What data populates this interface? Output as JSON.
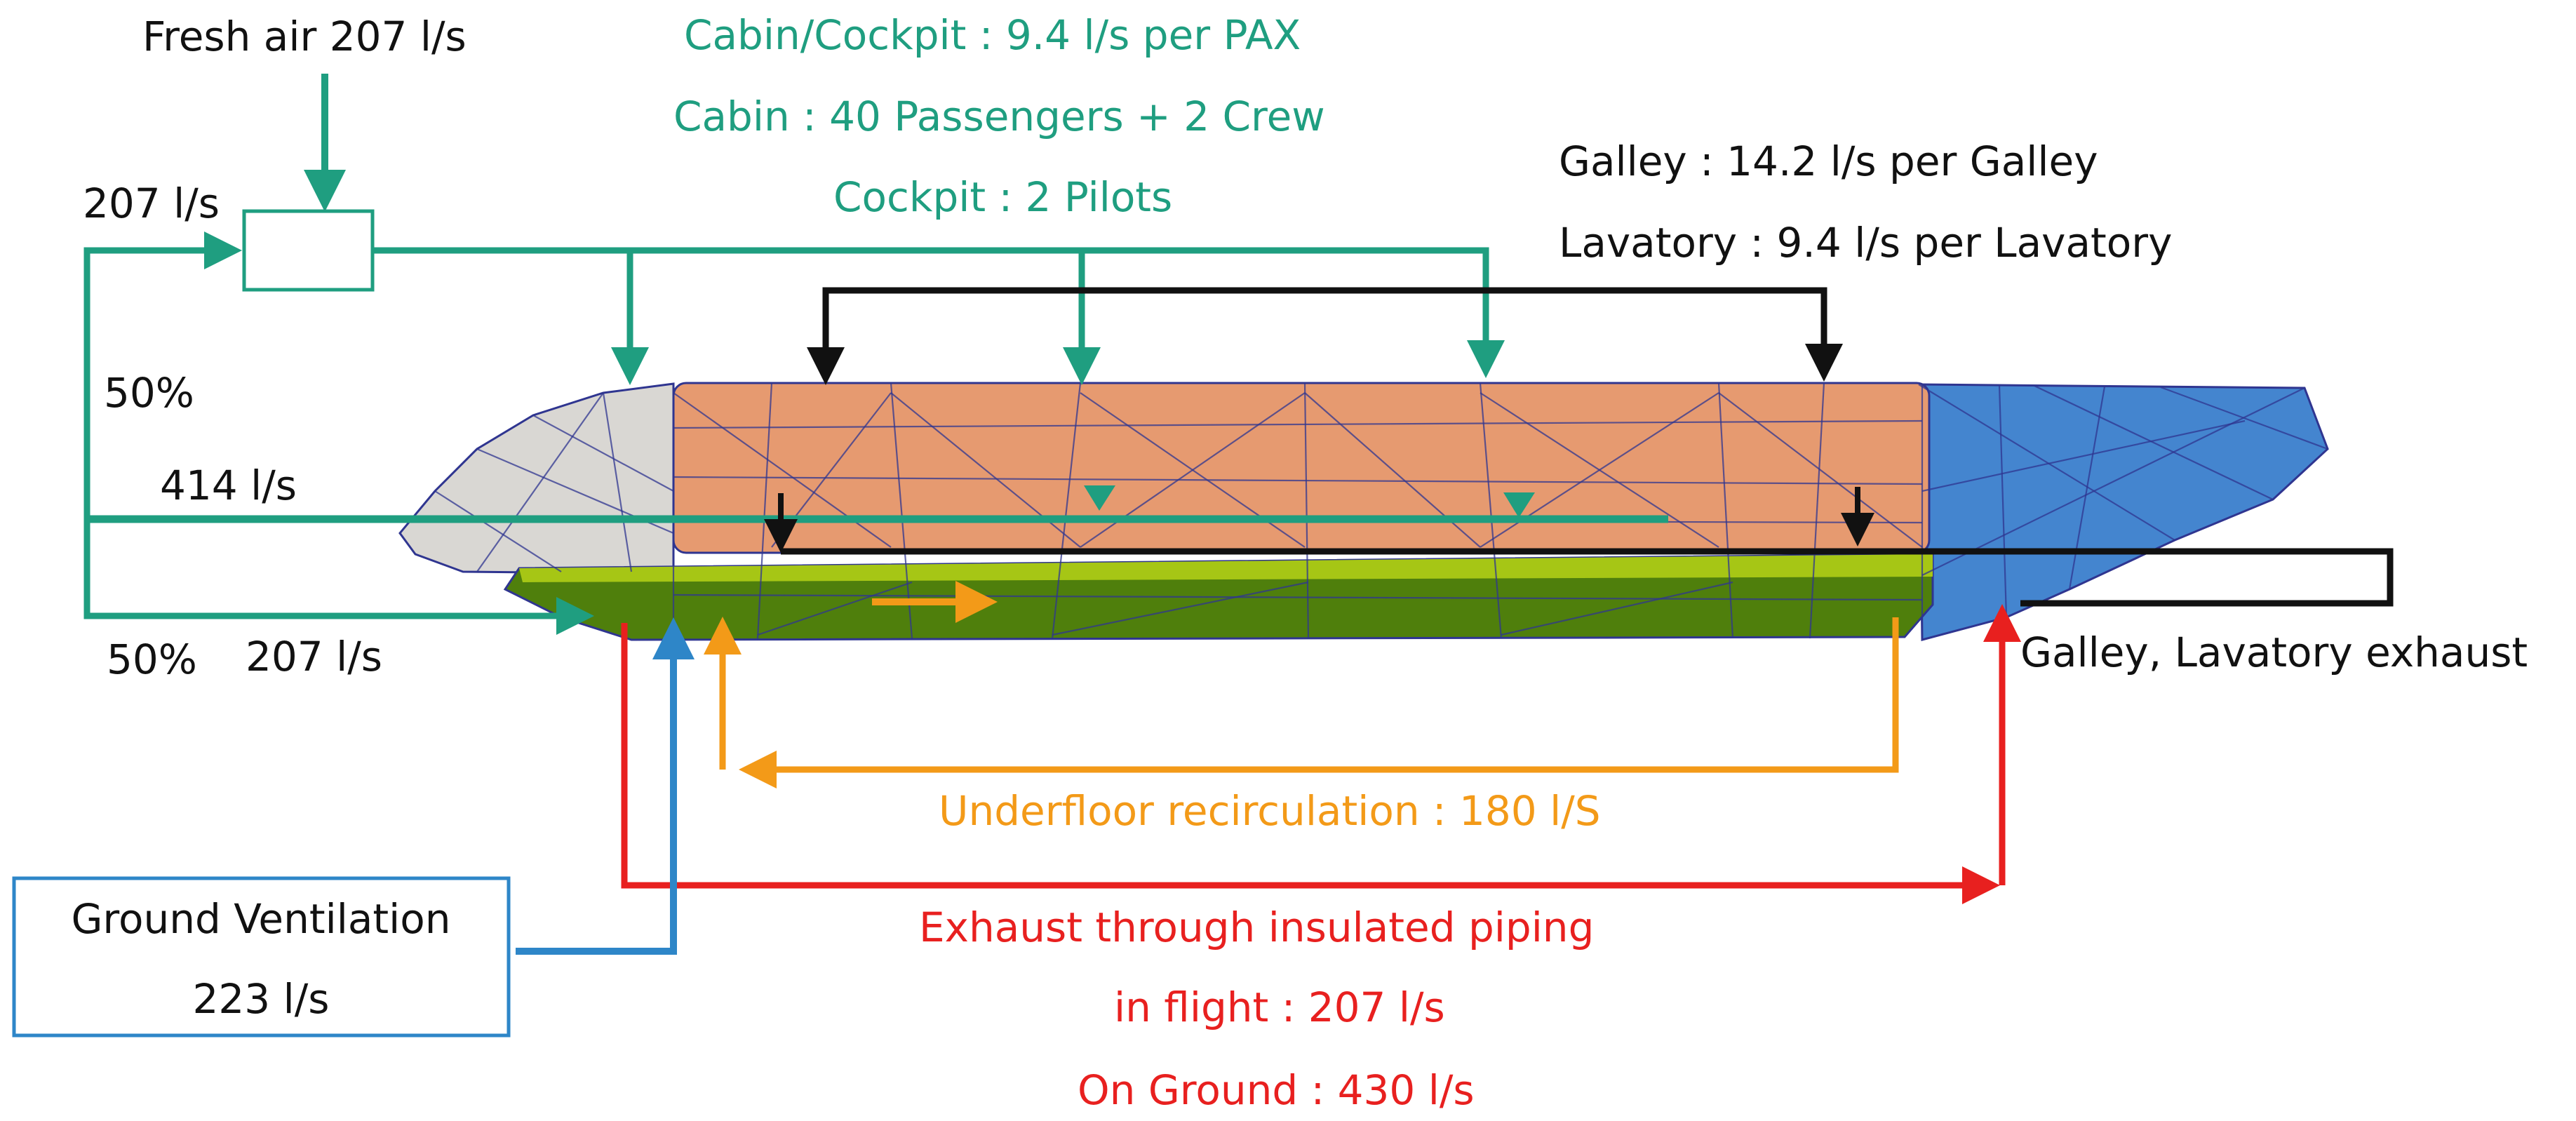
{
  "colors": {
    "fresh_air": "#1f9e80",
    "galley_lavatory": "#111111",
    "recirculation": "#f39a18",
    "exhaust": "#e8201f",
    "ground": "#2e86c8",
    "nose_section": "#d9d7d3",
    "cabin_section": "#e69a70",
    "underfloor_section": "#4f7f0c",
    "tail_section": "#4485cf",
    "mesh": "#2f3590"
  },
  "labels": {
    "fresh_air": "Fresh air 207 l/s",
    "mix_in_flow": "207 l/s",
    "split_top": "50%",
    "total_flow": "414 l/s",
    "split_bottom": "50%",
    "underfloor_flow": "207 l/s",
    "cabin_cockpit_rate": "Cabin/Cockpit : 9.4 l/s per PAX",
    "cabin_occupancy": "Cabin : 40 Passengers + 2 Crew",
    "cockpit_occupancy": "Cockpit : 2 Pilots",
    "galley_rate": "Galley : 14.2 l/s per Galley",
    "lavatory_rate": "Lavatory : 9.4 l/s per Lavatory",
    "galley_lavatory_exhaust": "Galley, Lavatory exhaust",
    "underfloor_recirculation": "Underfloor recirculation : 180 l/S",
    "exhaust_line1": "Exhaust through insulated piping",
    "exhaust_line2": "in flight : 207 l/s",
    "exhaust_line3": "On Ground : 430 l/s",
    "ground_ventilation": "Ground Ventilation",
    "ground_ventilation_flow": "223 l/s"
  }
}
